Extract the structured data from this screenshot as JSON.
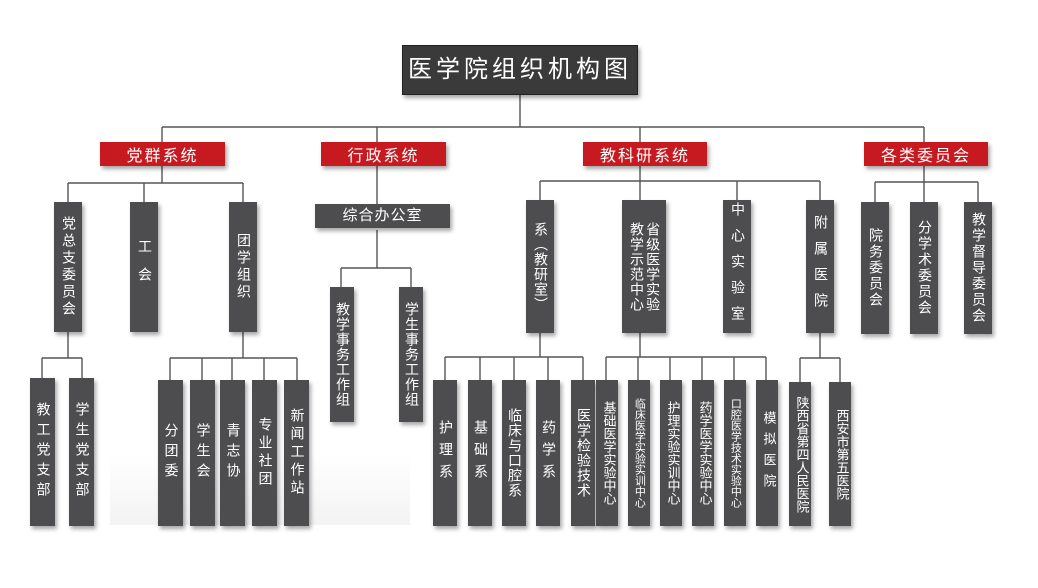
{
  "title": "医学院组织机构图",
  "systems": {
    "party": "党群系统",
    "admin": "行政系统",
    "teach": "教科研系统",
    "committee": "各类委员会"
  },
  "party": {
    "zongzhi": "党总支委员会",
    "gonghui": "工会",
    "tuan": "团学组织",
    "jiaogong": "教工党支部",
    "xuesheng": "学生党支部",
    "fentuanwei": "分团委",
    "xueshenghui": "学生会",
    "qingzhixie": "青志协",
    "shetuan": "专业社团",
    "xinwen": "新闻工作站"
  },
  "admin": {
    "office": "综合办公室",
    "jiaoxue": "教学事务工作组",
    "xueshengshiwu": "学生事务工作组"
  },
  "teach": {
    "xi": "系（教研室）",
    "demo_a": "教学示范中心",
    "demo_b": "省级医学实验",
    "center": "中心实验室",
    "hospital": "附属医院",
    "huli": "护理系",
    "jichu": "基础系",
    "linchuang": "临床与口腔系",
    "yaoxue": "药学系",
    "jianyan": "医学检验技术",
    "jichu_lab": "基础医学实验中心",
    "linchuang_lab": "临床医学实验实训中心",
    "huli_lab": "护理实验实训中心",
    "yaoxue_lab": "药学医学实验中心",
    "kouqiang_lab": "口腔医学技术实验中心",
    "moni": "模拟医院",
    "h4": "陕西省第四人民医院",
    "h5": "西安市第五医院"
  },
  "committee": {
    "yuanwu": "院务委员会",
    "xueshu": "分学术委员会",
    "dudao": "教学督导委员会"
  }
}
